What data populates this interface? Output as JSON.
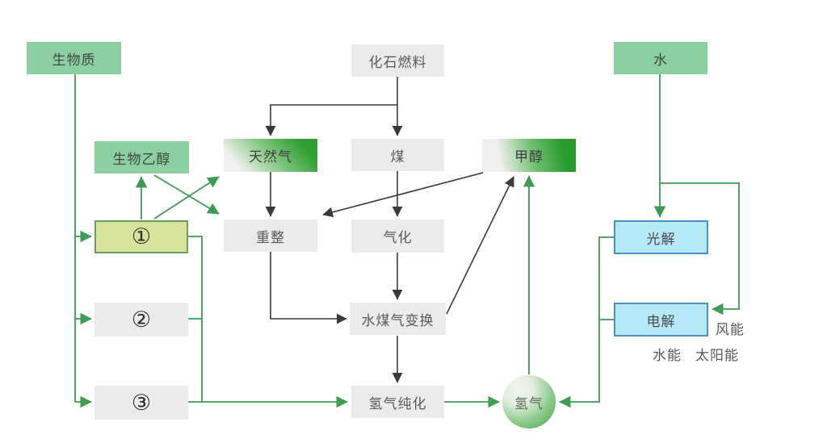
{
  "nodes": {
    "biomass": "生物质",
    "fossil_fuel": "化石燃料",
    "water": "水",
    "bioethanol": "生物乙醇",
    "natural_gas": "天然气",
    "coal": "煤",
    "methanol": "甲醇",
    "step1": "①",
    "reforming": "重整",
    "gasification": "气化",
    "photolysis": "光解",
    "step2": "②",
    "water_gas_shift": "水煤气变换",
    "electrolysis": "电解",
    "step3": "③",
    "purification": "氢气纯化",
    "hydrogen": "氢气"
  },
  "labels": {
    "wind": "风能",
    "hydro": "水能",
    "solar": "太阳能"
  },
  "colors": {
    "green_node_fill": "#8ccfa3",
    "gray_node_fill": "#ebebeb",
    "yellow_node_fill": "#d8e39b",
    "yellow_node_border": "#67a162",
    "blue_node_fill": "#b5e9f8",
    "blue_node_border": "#4a90c8",
    "gradient_green": "#2f9e33",
    "line_green": "#3f9c54",
    "line_black": "#3a3a3a"
  }
}
